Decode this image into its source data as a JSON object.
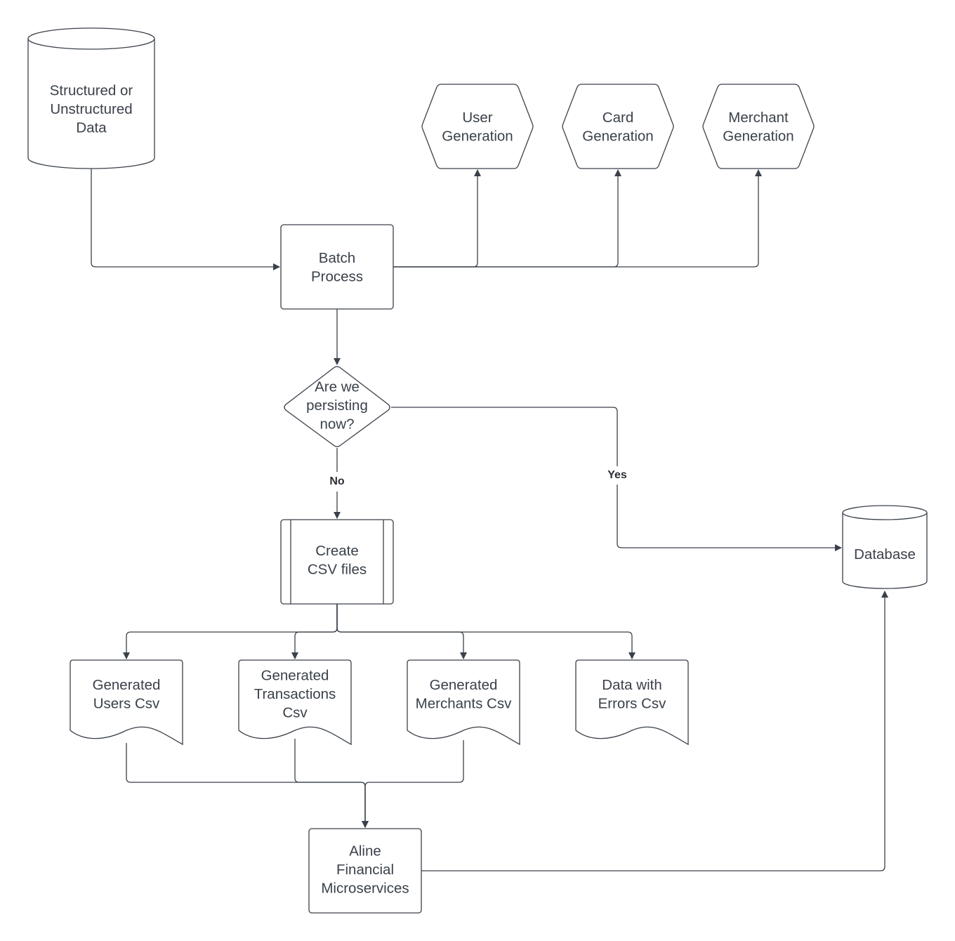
{
  "nodes": {
    "source_data": {
      "lines": [
        "Structured or",
        "Unstructured",
        "Data"
      ]
    },
    "user_generation": {
      "lines": [
        "User",
        "Generation"
      ]
    },
    "card_generation": {
      "lines": [
        "Card",
        "Generation"
      ]
    },
    "merchant_generation": {
      "lines": [
        "Merchant",
        "Generation"
      ]
    },
    "batch_process": {
      "lines": [
        "Batch",
        "Process"
      ]
    },
    "decision": {
      "lines": [
        "Are we",
        "persisting",
        "now?"
      ]
    },
    "create_csv": {
      "lines": [
        "Create",
        "CSV files"
      ]
    },
    "database": {
      "lines": [
        "Database"
      ]
    },
    "users_csv": {
      "lines": [
        "Generated",
        "Users Csv"
      ]
    },
    "transactions_csv": {
      "lines": [
        "Generated",
        "Transactions",
        "Csv"
      ]
    },
    "merchants_csv": {
      "lines": [
        "Generated",
        "Merchants Csv"
      ]
    },
    "errors_csv": {
      "lines": [
        "Data with",
        "Errors Csv"
      ]
    },
    "microservices": {
      "lines": [
        "Aline",
        "Financial",
        "Microservices"
      ]
    }
  },
  "edge_labels": {
    "no": "No",
    "yes": "Yes"
  },
  "colors": {
    "stroke": "#3a414a",
    "text": "#3a414a",
    "background": "#ffffff"
  }
}
